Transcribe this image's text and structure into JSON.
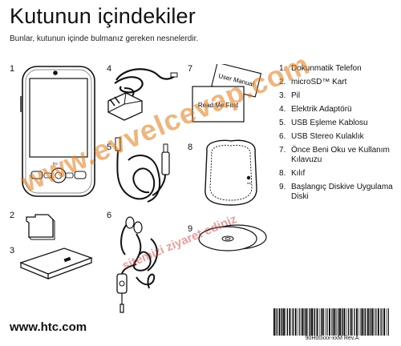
{
  "title": "Kutunun içindekiler",
  "subtitle": "Bunlar, kutunun içinde bulmanız gereken nesnelerdir.",
  "figure_numbers": [
    "1",
    "2",
    "3",
    "4",
    "5",
    "6",
    "7",
    "8",
    "9"
  ],
  "items": [
    {
      "num": "1.",
      "text": "Dokunmatik Telefon"
    },
    {
      "num": "2.",
      "text": "microSD™ Kart"
    },
    {
      "num": "3.",
      "text": "Pil"
    },
    {
      "num": "4.",
      "text": "Elektrik Adaptörü"
    },
    {
      "num": "5.",
      "text": "USB Eşleme Kablosu"
    },
    {
      "num": "6.",
      "text": "USB Stereo Kulaklık"
    },
    {
      "num": "7.",
      "text": "Önce Beni Oku ve Kullanım Kılavuzu"
    },
    {
      "num": "8.",
      "text": "Kılıf"
    },
    {
      "num": "9.",
      "text": "Başlangıç Diskive Uygulama Diski"
    }
  ],
  "manual": {
    "front": "Read Me First",
    "back": "User Manual"
  },
  "footer": {
    "url": "www.htc.com",
    "barcode_text": "90H00xxx-xxM Rev.A"
  },
  "watermark": {
    "main": "www.evvelcevap.com",
    "secondary": "sitemizi ziyaret ediniz"
  },
  "colors": {
    "watermark_orange": "#e07814",
    "watermark_red": "#c82828"
  }
}
